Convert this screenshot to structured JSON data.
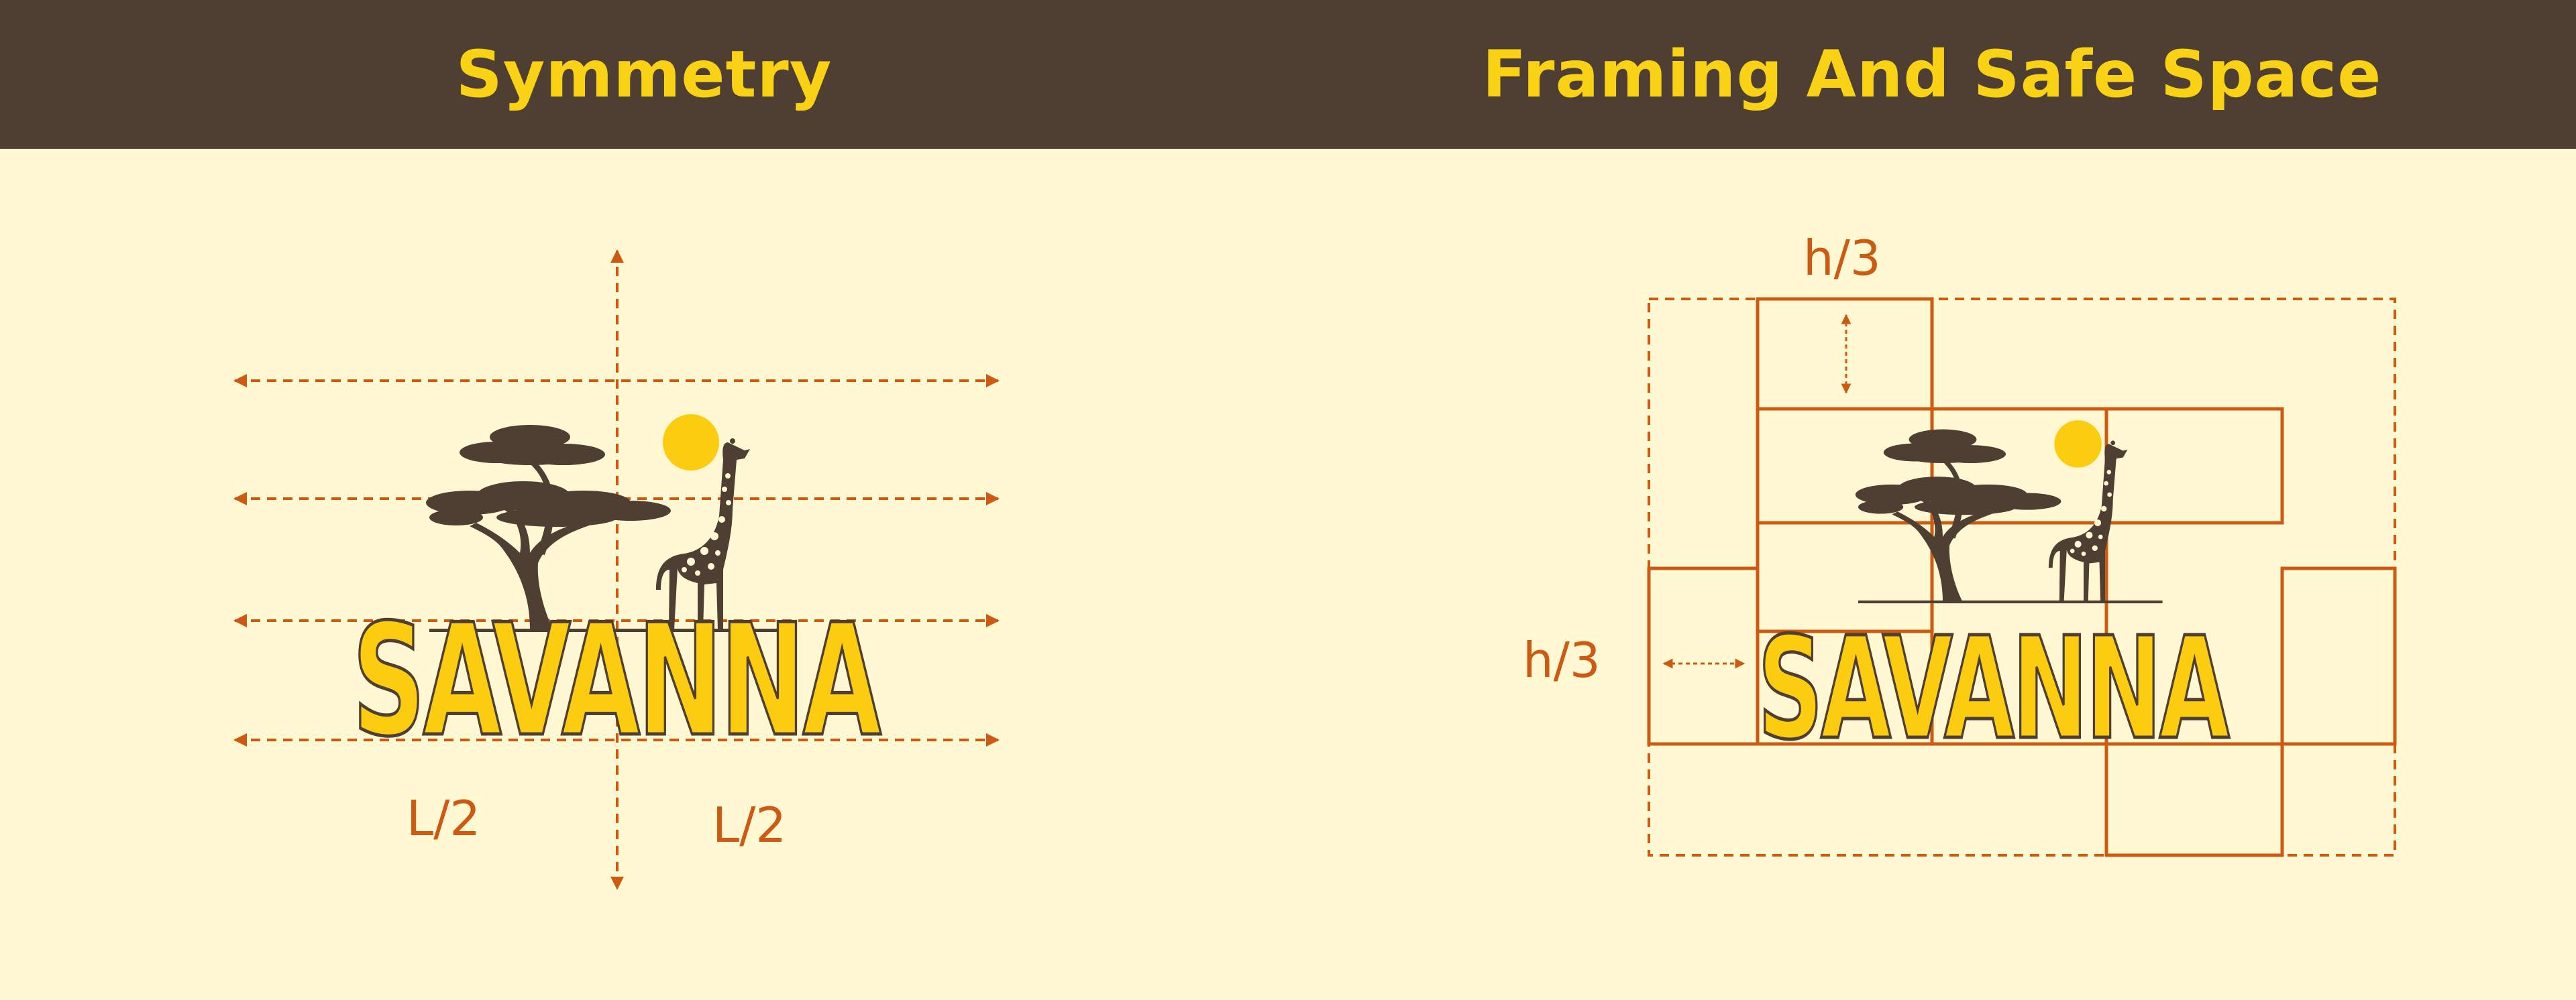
{
  "panels": {
    "left": {
      "title": "Symmetry",
      "labels": {
        "left_half": "L/2",
        "right_half": "L/2"
      }
    },
    "right": {
      "title": "Framing And Safe Space",
      "labels": {
        "top_margin": "h/3",
        "side_margin": "h/3"
      }
    }
  },
  "logo": {
    "wordmark": "SAVANNA",
    "elements": [
      "acacia-tree",
      "sun",
      "giraffe",
      "horizon-line"
    ]
  },
  "colors": {
    "header_bg": "#4e3f32",
    "title_text": "#f9d216",
    "page_bg": "#fff8d2",
    "guide": "#cc5a12",
    "logo_brown": "#4e3f32",
    "logo_yellow": "#fccc10"
  }
}
